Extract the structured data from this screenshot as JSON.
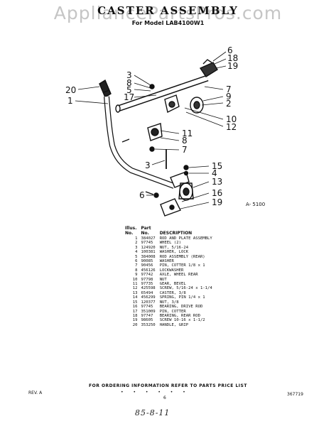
{
  "watermark": "AppliancePartsPros.com",
  "title": "CASTER ASSEMBLY",
  "subtitle": "For Model LAB4100W1",
  "figure_ref": "A- 5100",
  "callouts": [
    "6",
    "18",
    "19",
    "3",
    "8",
    "5",
    "17",
    "20",
    "1",
    "7",
    "9",
    "2",
    "10",
    "12",
    "11",
    "8",
    "7",
    "3",
    "15",
    "4",
    "13",
    "16",
    "6",
    "19"
  ],
  "table": {
    "header_illus": "Illus.",
    "header_no": "No.",
    "header_part": "Part",
    "header_part_no": "No.",
    "header_desc": "DESCRIPTION",
    "rows": [
      [
        "1",
        "384027",
        "ROD AND PLATE ASSEMBLY"
      ],
      [
        "2",
        "97745",
        "WHEEL (2)"
      ],
      [
        "3",
        "124920",
        "NUT, 5/16-24"
      ],
      [
        "4",
        "100381",
        "WASHER, LOCK"
      ],
      [
        "5",
        "384008",
        "ROD ASSEMBLY (REAR)"
      ],
      [
        "6",
        "90085",
        "WASHER"
      ],
      [
        "7",
        "90456",
        "PIN, COTTER 1/8 x 1"
      ],
      [
        "8",
        "456126",
        "LOCKWASHER"
      ],
      [
        "9",
        "97742",
        "AXLE, WHEEL REAR"
      ],
      [
        "10",
        "97798",
        "NUT"
      ],
      [
        "11",
        "97735",
        "GEAR, BEVEL"
      ],
      [
        "12",
        "425598",
        "SCREW, 5/16-24 x 1-1/4"
      ],
      [
        "13",
        "65494",
        "CASTER, 3/8"
      ],
      [
        "14",
        "456299",
        "SPRING, PIN 1/4 x 1"
      ],
      [
        "15",
        "120377",
        "NUT, 3/8"
      ],
      [
        "16",
        "97745",
        "BEARING, DRIVE ROD"
      ],
      [
        "17",
        "351009",
        "PIN, COTTER"
      ],
      [
        "18",
        "97747",
        "BEARING, REAR ROD"
      ],
      [
        "19",
        "98605",
        "SCREW 10-16 x 1-1/2"
      ],
      [
        "20",
        "353250",
        "HANDLE, GRIP"
      ]
    ]
  },
  "footer": {
    "order_note": "FOR ORDERING INFORMATION REFER TO PARTS PRICE LIST",
    "rev_label": "REV. A",
    "rev_marks": "• • • • • •",
    "rev_num": "6",
    "pub_no": "367719",
    "handwritten": "85-8-11"
  }
}
